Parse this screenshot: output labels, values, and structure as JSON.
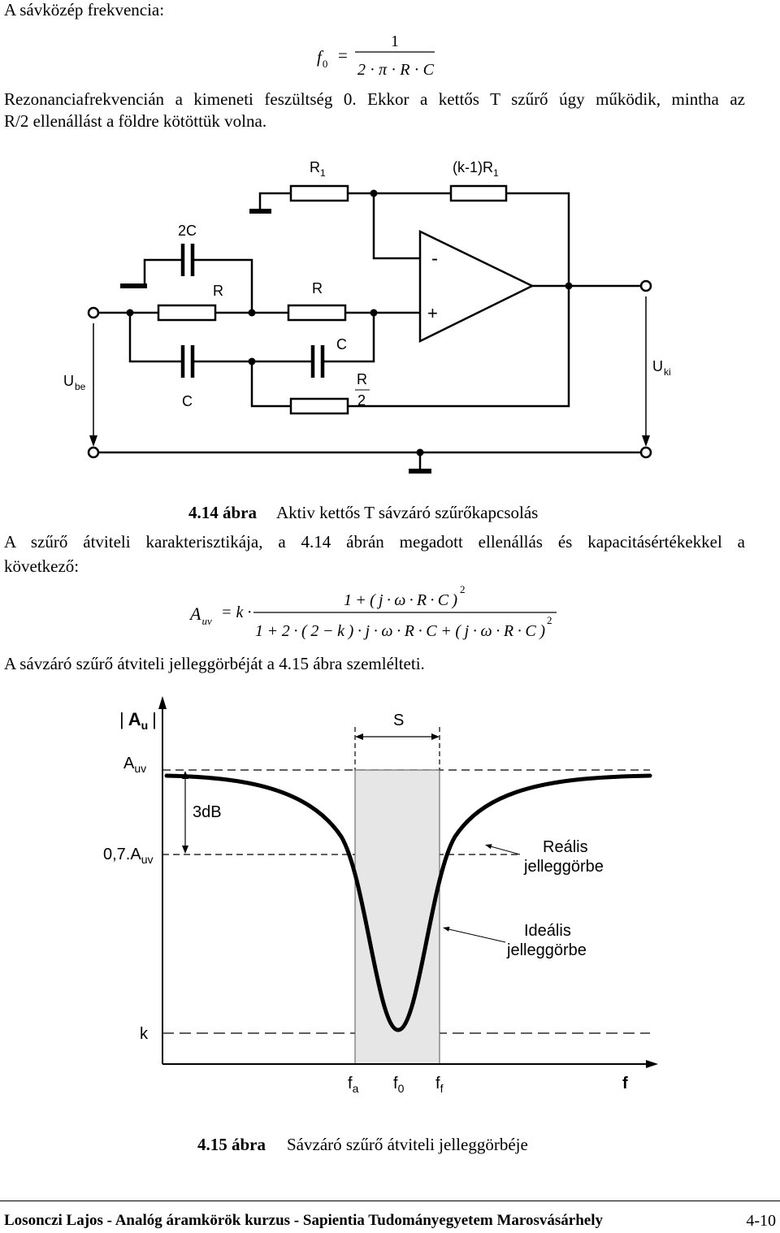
{
  "intro_label": "A sávközép frekvencia:",
  "equation1": {
    "lhs": "f",
    "lhs_sub": "0",
    "equals": "=",
    "numerator": "1",
    "denominator": "2 · π · R · C"
  },
  "paragraph1": [
    "Rezonanciafrekvencián a kimeneti feszültség 0. Ekkor a kettős T szűrő úgy működik, mintha az",
    "R/2 ellenállást a földre kötöttük volna."
  ],
  "figure1": {
    "labels": {
      "r1": {
        "main": "R",
        "sub": "1"
      },
      "k1r1": {
        "main": "(k-1)R",
        "sub": "1"
      },
      "cap_2c": "2C",
      "res_r_left": "R",
      "res_r_right": "R",
      "cap_c_right": "C",
      "cap_c_left": "C",
      "res_half": {
        "num": "R",
        "den": "2"
      },
      "u_be": {
        "main": "U",
        "sub": "be"
      },
      "u_ki": {
        "main": "U",
        "sub": "ki"
      },
      "opamp_minus": "-",
      "opamp_plus": "+"
    },
    "caption_number": "4.14 ábra",
    "caption_text": "Aktiv kettős T sávzáró szűrőkapcsolás"
  },
  "paragraph2": [
    "A szűrő átviteli karakterisztikája, a 4.14 ábrán megadott ellenállás és kapacitásértékekkel a",
    "következő:"
  ],
  "equation2": {
    "lhs": "A",
    "lhs_sub": "uv",
    "rhs_prefix": "= k ·",
    "numerator": "1 + ( j · ω · R · C )",
    "numerator_exp": "2",
    "denominator": "1 + 2 · ( 2 − k ) · j · ω · R · C + ( j · ω · R · C )",
    "denominator_exp": "2"
  },
  "paragraph3": "A sávzáró szűrő átviteli jelleggörbéját a 4.15 ábra szemlélteti.",
  "figure2": {
    "y_axis": {
      "open": "|",
      "main": "A",
      "sub": "u",
      "close": "|"
    },
    "band_label": "S",
    "level_auv": {
      "main": "A",
      "sub": "uv"
    },
    "level_3db": "3dB",
    "level_07": {
      "main": "0,7.A",
      "sub": "uv"
    },
    "level_k": "k",
    "real_curve_label": [
      "Reális",
      "jelleggörbe"
    ],
    "ideal_curve_label": [
      "Ideális",
      "jelleggörbe"
    ],
    "x_ticks": [
      {
        "main": "f",
        "sub": "a"
      },
      {
        "main": "f",
        "sub": "0"
      },
      {
        "main": "f",
        "sub": "f"
      }
    ],
    "x_axis": "f",
    "caption_number": "4.15 ábra",
    "caption_text": "Sávzáró szűrő átviteli jelleggörbéje"
  },
  "footer": {
    "text": "Losonczi Lajos - Analóg áramkörök kurzus - Sapientia Tudományegyetem Marosvásárhely",
    "page_number": "4-10"
  }
}
